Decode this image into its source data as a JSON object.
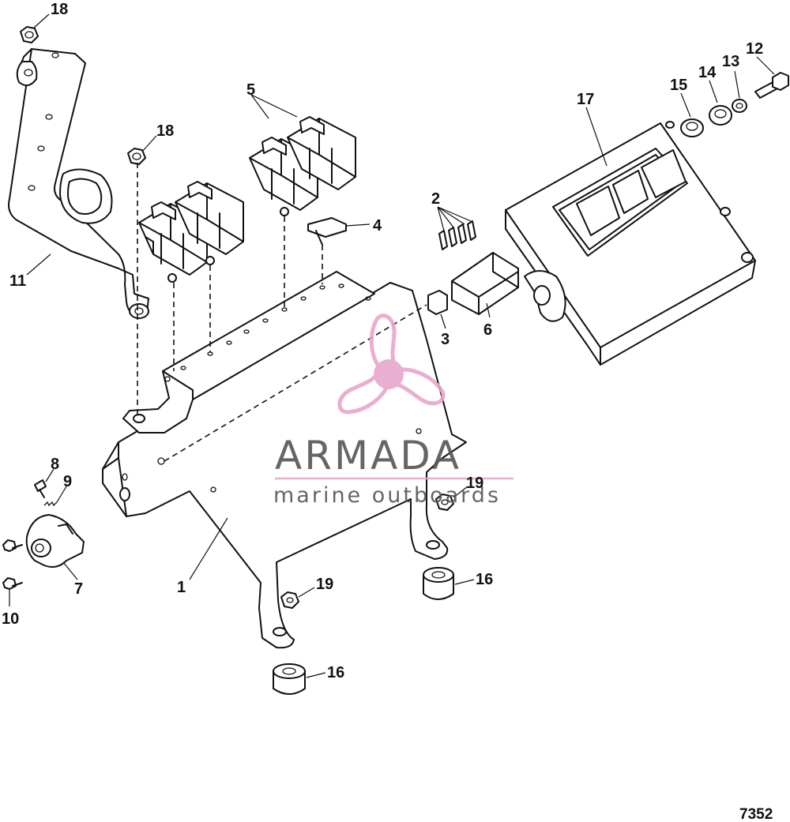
{
  "callouts": {
    "c1": "1",
    "c2": "2",
    "c3": "3",
    "c4": "4",
    "c5": "5",
    "c6": "6",
    "c7": "7",
    "c8": "8",
    "c9": "9",
    "c10": "10",
    "c11": "11",
    "c12": "12",
    "c13": "13",
    "c14": "14",
    "c15": "15",
    "c16a": "16",
    "c16b": "16",
    "c17": "17",
    "c18a": "18",
    "c18b": "18",
    "c19a": "19",
    "c19b": "19"
  },
  "figure_number": "7352",
  "watermark": {
    "brand": "ARMADA",
    "subtitle": "marine outboards",
    "color": "#e8a6cc",
    "text_color": "#555555"
  },
  "line_color": "#111111"
}
